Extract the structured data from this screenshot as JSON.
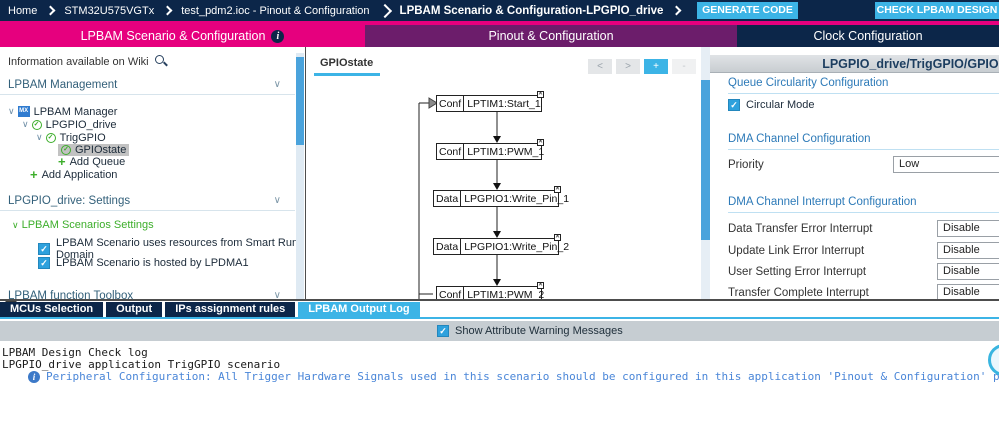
{
  "topbar": {
    "breadcrumbs": [
      "Home",
      "STM32U575VGTx",
      "test_pdm2.ioc - Pinout & Configuration",
      "LPBAM Scenario & Configuration-LPGPIO_drive"
    ],
    "generate_code": "GENERATE CODE",
    "check_design": "CHECK LPBAM DESIGN"
  },
  "view_tabs": [
    {
      "label": "LPBAM Scenario & Configuration"
    },
    {
      "label": "Pinout & Configuration"
    },
    {
      "label": "Clock Configuration"
    }
  ],
  "left": {
    "wiki_text": "Information available on Wiki",
    "management_title": "LPBAM Management",
    "tree": {
      "manager": "LPBAM Manager",
      "application": "LPGPIO_drive",
      "scenario": "TrigGPIO",
      "queue": "GPIOstate",
      "add_queue": "Add Queue",
      "add_application": "Add Application"
    },
    "settings_title": "LPGPIO_drive: Settings",
    "scenarios_settings": "LPBAM Scenarios Settings",
    "checkbox1": "LPBAM Scenario uses resources from Smart Run Domain",
    "checkbox2": "LPBAM Scenario is hosted by LPDMA1",
    "toolbox_title": "LPBAM function Toolbox"
  },
  "center": {
    "tab": "GPIOstate",
    "nav": {
      "prev": "<",
      "next": ">",
      "zoom_in": "+",
      "zoom_out": "-"
    },
    "nodes": [
      {
        "type": "Conf",
        "label": "LPTIM1:Start_1"
      },
      {
        "type": "Conf",
        "label": "LPTIM1:PWM_1"
      },
      {
        "type": "Data",
        "label": "LPGPIO1:Write_Pin_1"
      },
      {
        "type": "Data",
        "label": "LPGPIO1:Write_Pin_2"
      },
      {
        "type": "Conf",
        "label": "LPTIM1:PWM_2"
      }
    ]
  },
  "right": {
    "title": "LPGPIO_drive/TrigGPIO/GPIOstate",
    "queue_section": "Queue Circularity Configuration",
    "circular_mode": "Circular Mode",
    "dma_section": "DMA Channel Configuration",
    "priority_label": "Priority",
    "priority_value": "Low",
    "irq_section": "DMA Channel Interrupt Configuration",
    "irq_rows": [
      {
        "label": "Data Transfer Error Interrupt",
        "value": "Disable"
      },
      {
        "label": "Update Link Error Interrupt",
        "value": "Disable"
      },
      {
        "label": "User Setting Error Interrupt",
        "value": "Disable"
      },
      {
        "label": "Transfer Complete Interrupt",
        "value": "Disable"
      }
    ]
  },
  "bottom": {
    "tabs": [
      "MCUs Selection",
      "Output",
      "IPs assignment rules",
      "LPBAM Output Log"
    ],
    "active_tab": "LPBAM Output Log",
    "show_warnings": "Show Attribute Warning Messages",
    "log": [
      "LPBAM Design Check log",
      "LPGPIO_drive application TrigGPIO scenario"
    ],
    "info_text": "Peripheral Configuration: All Trigger Hardware Signals used in this scenario should be configured in this application 'Pinout & Configuration' panel"
  },
  "colors": {
    "navy": "#0c2649",
    "magenta": "#e6007e",
    "purple": "#6c1d6b",
    "cyan": "#3cb4e6",
    "green": "#3dae2b",
    "section_blue": "#2d7ab8",
    "info_blue": "#4a86d8"
  }
}
